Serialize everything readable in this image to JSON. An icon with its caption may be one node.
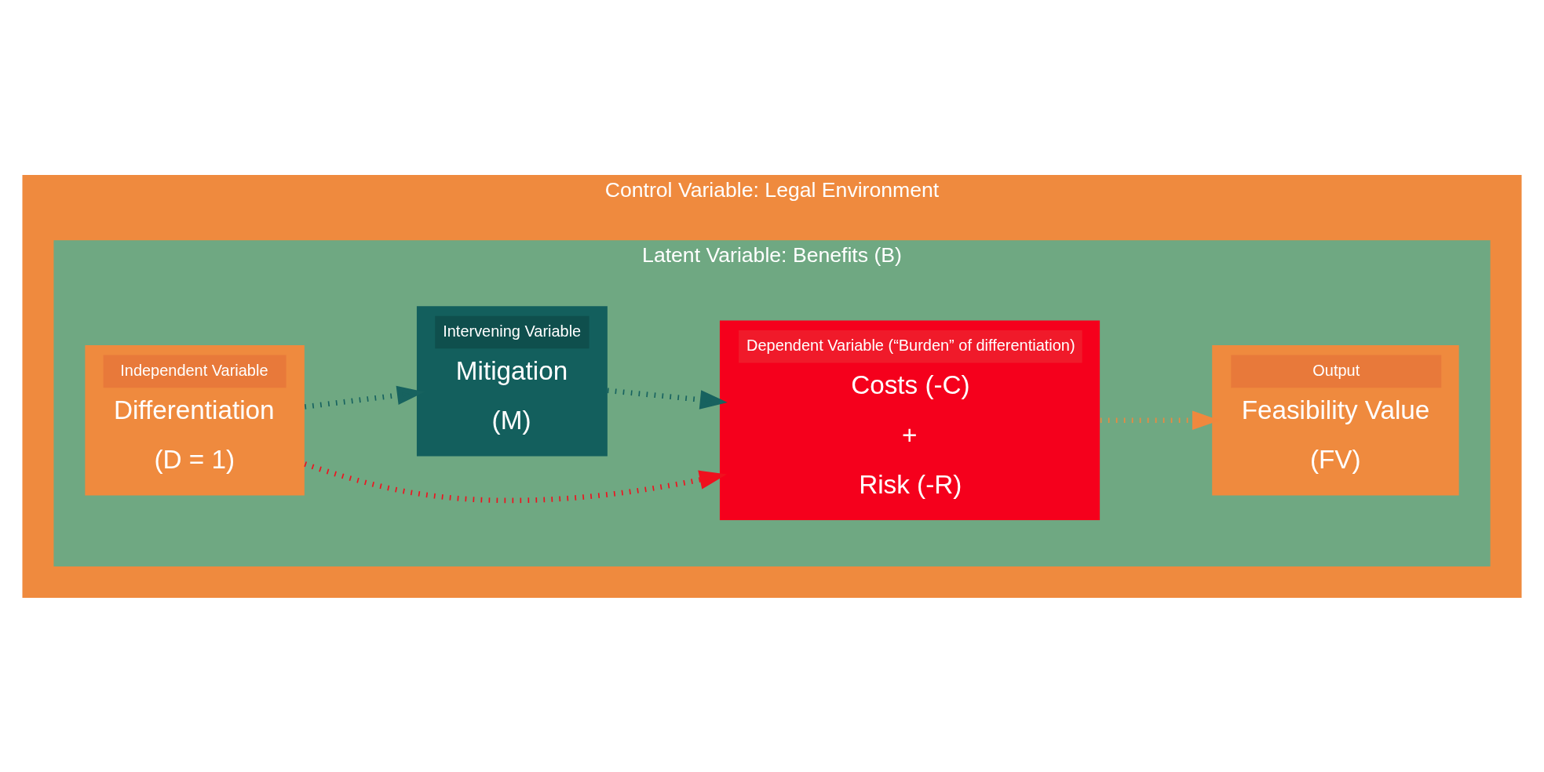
{
  "diagram": {
    "nodes": [
      {
        "text": [
          "Control Variable: Legal Environment"
        ]
      },
      {
        "text": [
          "Latent Variable: Benefits (B)"
        ],
        "in": 0
      },
      {
        "text": [
          "Independent Variable",
          "Differentiation",
          "(D = 1)"
        ],
        "in": 1
      },
      {
        "text": [
          "Dependent Variable (“Burden” of differentiation)",
          "Costs (-C)",
          "+",
          "Risk (-R)"
        ],
        "in": 1
      },
      {
        "text": [
          "Output",
          "Feasibility Value",
          "(FV)"
        ],
        "in": 1
      },
      {
        "text": [
          "Intervening Variable",
          "Mitigation",
          "(M)"
        ],
        "in": 1
      }
    ],
    "edges": [
      {
        "from": 2,
        "to": 3,
        "arrow": "to",
        "style": "dashed",
        "color": "#f0101e"
      },
      {
        "from": 3,
        "to": 4,
        "arrow": "to",
        "style": "dashed",
        "color": "#f0883e"
      },
      {
        "from": 2,
        "to": 5,
        "arrow": "to",
        "style": "dashed",
        "color": "#17625f"
      },
      {
        "from": 5,
        "to": 3,
        "arrow": "to",
        "style": "dashed",
        "color": "#17625f"
      }
    ]
  }
}
